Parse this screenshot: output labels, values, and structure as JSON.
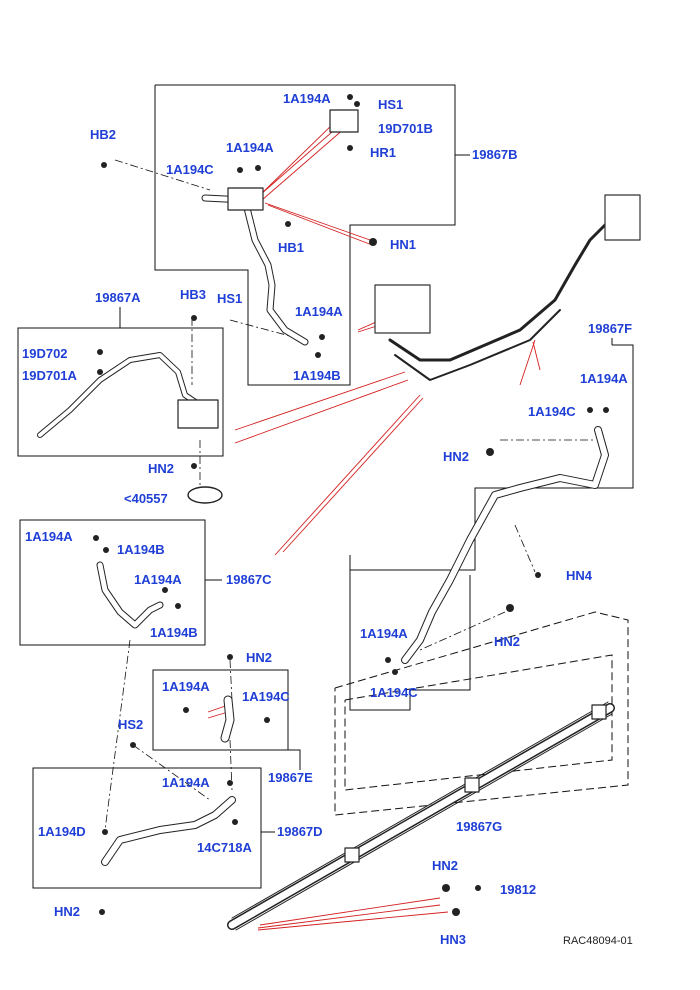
{
  "colors": {
    "label": "#1f3fd6",
    "leader": "#d42020",
    "line": "#111111",
    "paper": "#ffffff"
  },
  "labels": {
    "b_1a194a_top": "1A194A",
    "b_hs1": "HS1",
    "b_19d701b": "19D701B",
    "b_hr1": "HR1",
    "b_1a194a_2": "1A194A",
    "b_1a194c": "1A194C",
    "b_19867b": "19867B",
    "b_hb1": "HB1",
    "b_hn1": "HN1",
    "b_hs1_lower": "HS1",
    "b_1a194a_lower": "1A194A",
    "b_1a194b": "1A194B",
    "hb2": "HB2",
    "a_19867a": "19867A",
    "a_hb3": "HB3",
    "a_19d702": "19D702",
    "a_19d701a": "19D701A",
    "a_hn2": "HN2",
    "a_40557": "<40557",
    "f_19867f": "19867F",
    "f_1a194a_top": "1A194A",
    "f_1a194c_top": "1A194C",
    "f_hn2_top": "HN2",
    "f_hn4": "HN4",
    "f_hn2_mid": "HN2",
    "f_1a194a_bot": "1A194A",
    "f_1a194c_bot": "1A194C",
    "c_1a194a_1": "1A194A",
    "c_1a194b_1": "1A194B",
    "c_1a194a_2": "1A194A",
    "c_19867c": "19867C",
    "c_1a194b_2": "1A194B",
    "e_hn2": "HN2",
    "e_1a194a": "1A194A",
    "e_1a194c": "1A194C",
    "e_19867e": "19867E",
    "d_hs2": "HS2",
    "d_1a194a": "1A194A",
    "d_1a194d": "1A194D",
    "d_19867d": "19867D",
    "d_14c718a": "14C718A",
    "d_hn2": "HN2",
    "g_19867g": "19867G",
    "g_hn2": "HN2",
    "g_19812": "19812",
    "g_hn3": "HN3"
  },
  "reference": "RAC48094-01"
}
